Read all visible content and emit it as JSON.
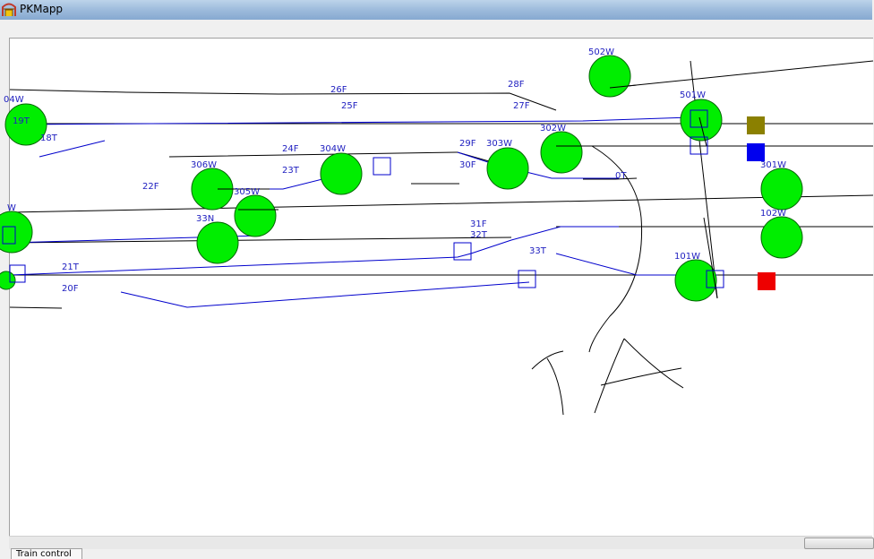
{
  "window": {
    "title": "PKMapp"
  },
  "status_tab": "Train control",
  "colors": {
    "signal_fill": "#00ee00",
    "label": "#2020c0",
    "track": "#000000",
    "track_blue": "#0000cc",
    "square_olive": "#8b8000",
    "square_blue": "#0000ee",
    "square_red": "#ee0000"
  },
  "labels": {
    "l04w": "04W",
    "l19t": "19T",
    "l18t": "18T",
    "l26f": "26F",
    "l25f": "25F",
    "l28f": "28F",
    "l27f": "27F",
    "l502w": "502W",
    "l501w": "501W",
    "l302w": "302W",
    "l24f": "24F",
    "l23t": "23T",
    "l304w": "304W",
    "l29f": "29F",
    "l30f": "30F",
    "l303w": "303W",
    "l0t": "0T",
    "l306w": "306W",
    "l22f": "22F",
    "l305w": "305W",
    "l33n": "33N",
    "l301w": "301W",
    "l102w": "102W",
    "lw": "W",
    "l31f": "31F",
    "l32t": "32T",
    "l33t": "33T",
    "l101w": "101W",
    "l21t": "21T",
    "l20f": "20F"
  }
}
